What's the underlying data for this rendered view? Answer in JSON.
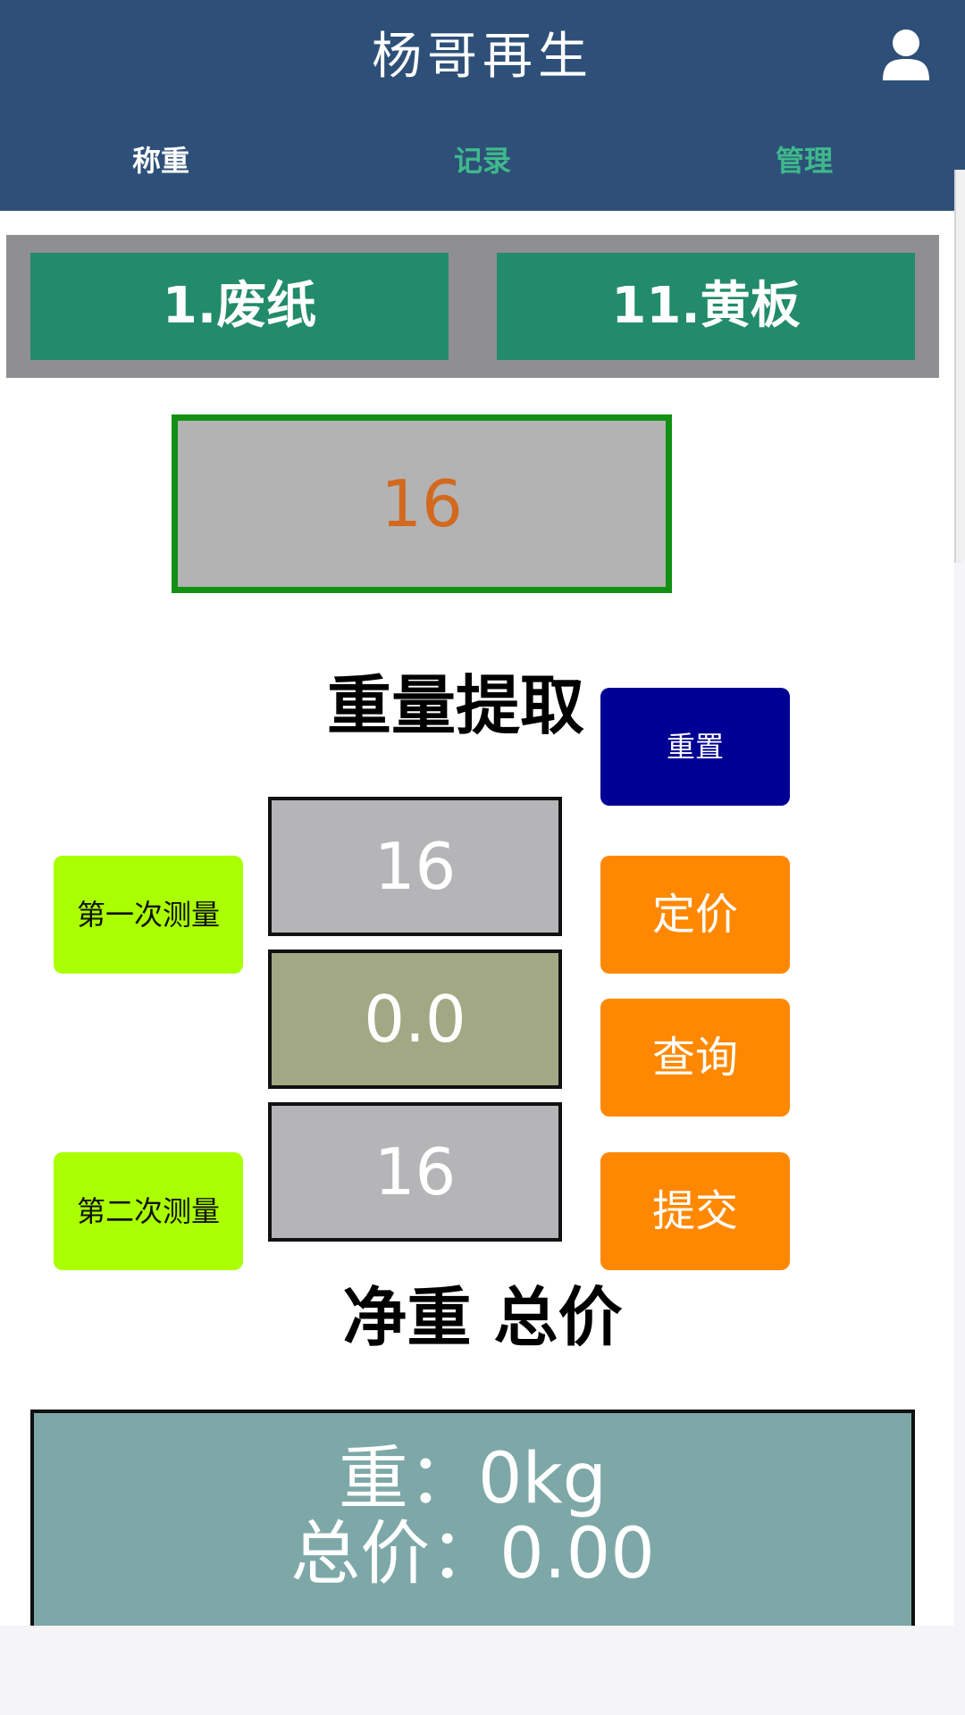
{
  "header": {
    "app_title": "杨哥再生",
    "user_icon": "user-icon",
    "tabs": [
      {
        "label": "称重",
        "color": "#ffffff"
      },
      {
        "label": "记录",
        "color": "#3fb98c"
      },
      {
        "label": "管理",
        "color": "#3fb98c"
      }
    ]
  },
  "categories": [
    {
      "label": "1.废纸"
    },
    {
      "label": "11.黄板"
    }
  ],
  "unit_price": "16",
  "weight_section": {
    "title": "重量提取",
    "reset_label": "重置",
    "first_value": "16",
    "diff_value": "0.0",
    "second_value": "16",
    "first_measure_label": "第一次测量",
    "second_measure_label": "第二次测量"
  },
  "actions": {
    "price_label": "定价",
    "query_label": "查询",
    "submit_label": "提交"
  },
  "net": {
    "title": "净重 总价",
    "weight_line": "重：0kg",
    "total_line": "总价：0.00"
  },
  "colors": {
    "header_bg": "#2e5078",
    "category_green": "#228b6a",
    "measure_green": "#aaff00",
    "action_orange": "#ff8800",
    "reset_blue": "#000094",
    "price_text": "#d2691e",
    "result_bg": "#7da8a7"
  }
}
